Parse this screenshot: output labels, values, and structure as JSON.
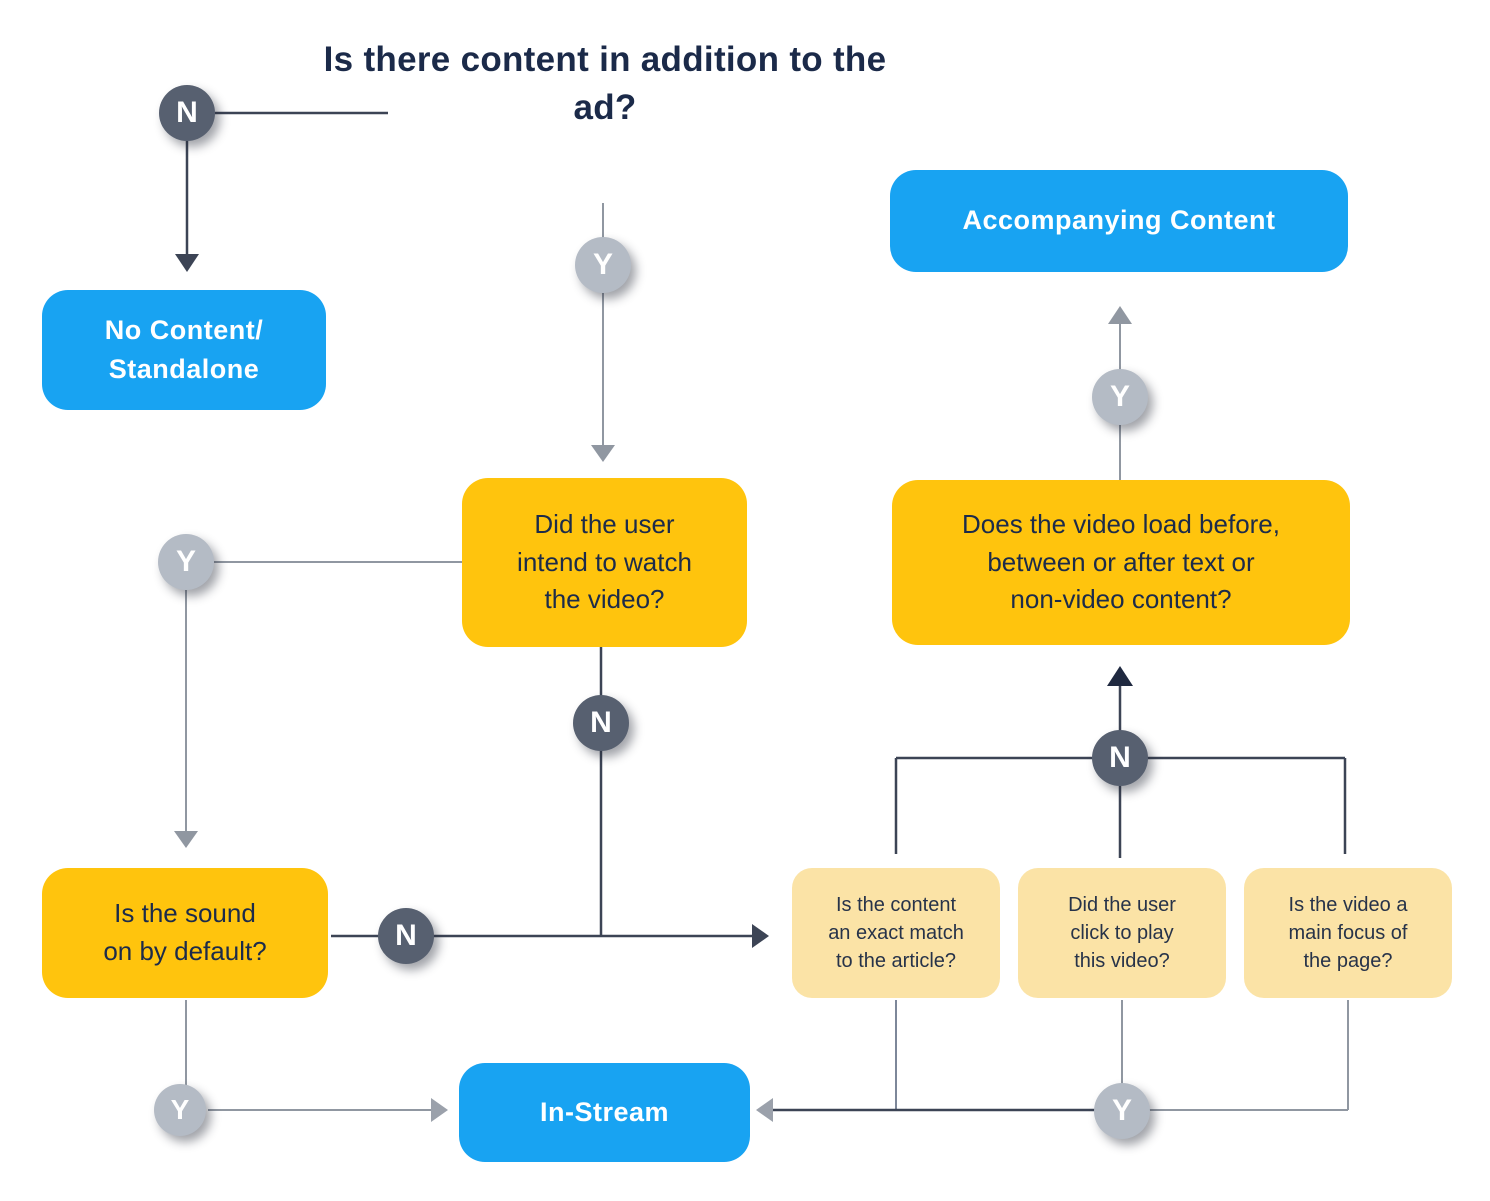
{
  "title": {
    "lines": [
      "Is there",
      "content in addition",
      "to the ad?"
    ]
  },
  "labels": {
    "yes": "Y",
    "no": "N"
  },
  "colors": {
    "blue": "#18a3f2",
    "gold": "#ffc40d",
    "cream": "#fbe3a6",
    "dark_circle": "#576070",
    "gray_circle": "#b4bbc5",
    "navy_text": "#1c2b4a",
    "dark_line": "#3c4455",
    "gray_line": "#9097a1",
    "darkest_line": "#1f2940"
  },
  "nodes": {
    "no_content": {
      "lines": [
        "No Content/",
        "Standalone"
      ]
    },
    "accompanying": {
      "label": "Accompanying Content"
    },
    "in_stream": {
      "label": "In-Stream"
    },
    "intend": {
      "lines": [
        "Did the user",
        "intend to watch",
        "the video?"
      ]
    },
    "video_load": {
      "lines": [
        "Does the video load before,",
        "between or after text or",
        "non-video content?"
      ]
    },
    "sound": {
      "lines": [
        "Is the sound",
        "on by default?"
      ]
    },
    "exact_match": {
      "lines": [
        "Is the content",
        "an exact match",
        "to the article?"
      ]
    },
    "click_play": {
      "lines": [
        "Did the user",
        "click to play",
        "this video?"
      ]
    },
    "main_focus": {
      "lines": [
        "Is the video a",
        "main focus of",
        "the page?"
      ]
    }
  }
}
